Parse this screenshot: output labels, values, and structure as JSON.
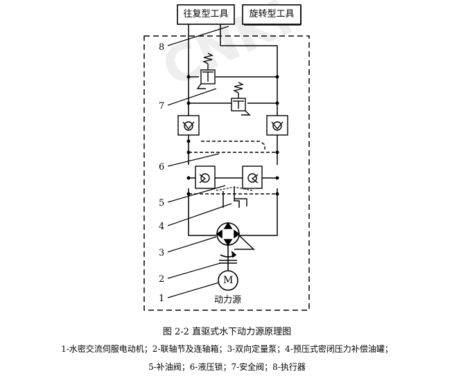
{
  "watermark": "CNKI",
  "tools": {
    "reciprocating": "往复型工具",
    "rotary": "旋转型工具"
  },
  "callouts": [
    "8",
    "7",
    "6",
    "5",
    "4",
    "3",
    "2",
    "1"
  ],
  "motor": {
    "symbol": "M",
    "power_source_label": "动力源"
  },
  "caption": {
    "title": "图 2-2  直驱式水下动力源原理图",
    "legend_line1": "1-水密交流伺服电动机；2-联轴节及连轴箱；3-双向定量泵；4-预压式密闭压力补偿油罐；",
    "legend_line2": "5-补油阀；6-液压锁；7-安全阀；8-执行器"
  }
}
